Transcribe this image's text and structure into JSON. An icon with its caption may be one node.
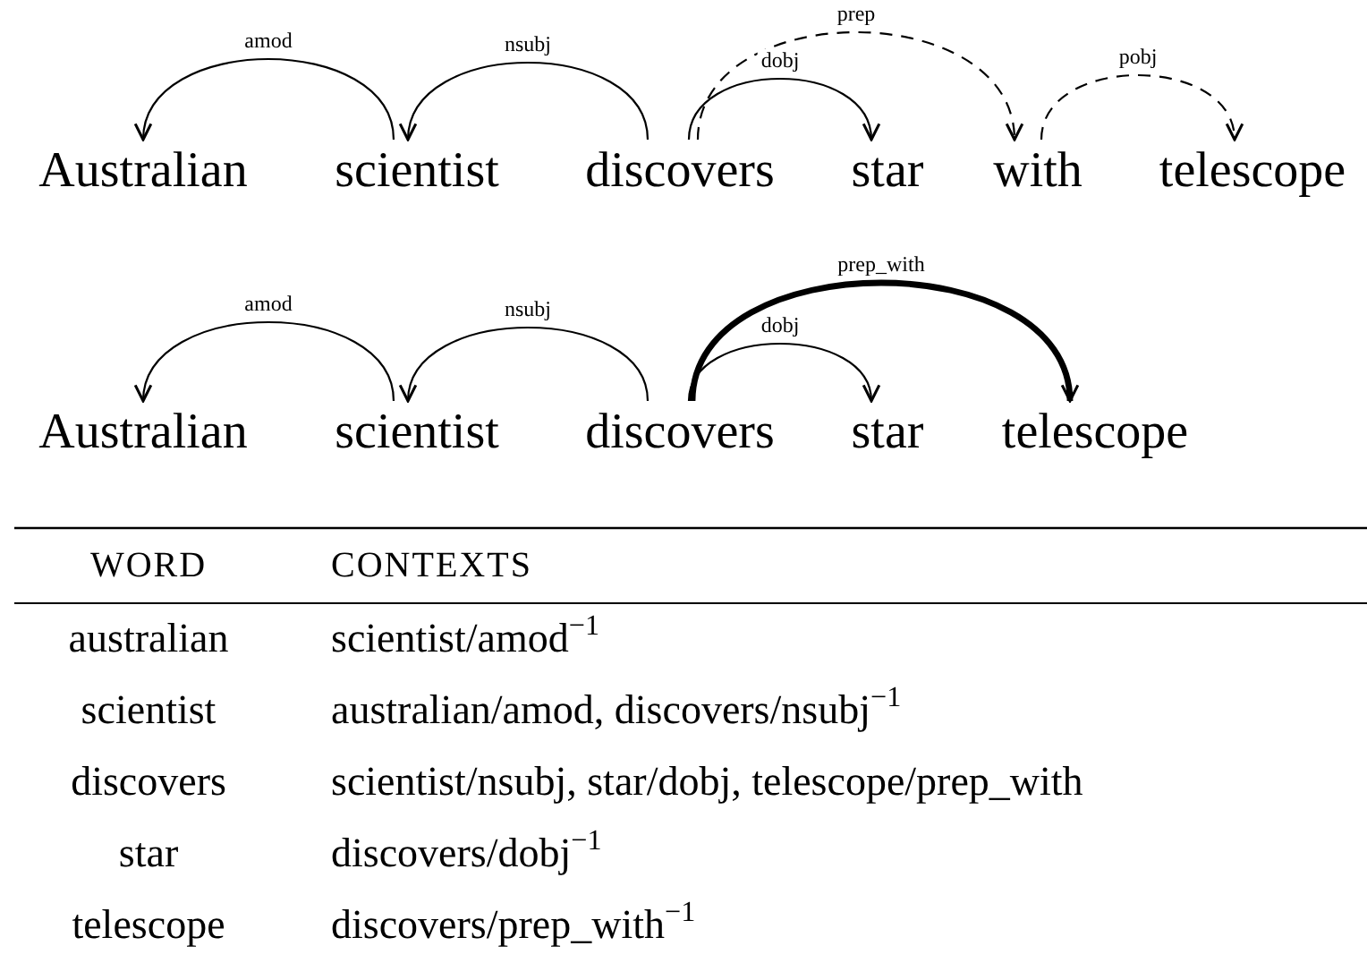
{
  "diagram": {
    "nodes": [
      {
        "text": [
          "Australian"
        ]
      },
      {
        "text": [
          "scientist"
        ]
      },
      {
        "text": [
          "discovers"
        ]
      },
      {
        "text": [
          "star"
        ]
      },
      {
        "text": [
          "with"
        ]
      },
      {
        "text": [
          "telescope"
        ]
      },
      {
        "text": [
          "Australian"
        ]
      },
      {
        "text": [
          "scientist"
        ]
      },
      {
        "text": [
          "discovers"
        ]
      },
      {
        "text": [
          "star"
        ]
      },
      {
        "text": [
          "telescope"
        ]
      }
    ],
    "edges": [
      {
        "from": 1,
        "to": 0,
        "arrow": "to",
        "label": "amod"
      },
      {
        "from": 2,
        "to": 1,
        "arrow": "to",
        "label": "nsubj"
      },
      {
        "from": 2,
        "to": 3,
        "arrow": "to",
        "label": "dobj"
      },
      {
        "from": 2,
        "to": 4,
        "arrow": "to",
        "label": "prep",
        "style": "dashed"
      },
      {
        "from": 4,
        "to": 5,
        "arrow": "to",
        "label": "pobj",
        "style": "dashed"
      },
      {
        "from": 7,
        "to": 6,
        "arrow": "to",
        "label": "amod"
      },
      {
        "from": 8,
        "to": 7,
        "arrow": "to",
        "label": "nsubj"
      },
      {
        "from": 8,
        "to": 9,
        "arrow": "to",
        "label": "dobj"
      },
      {
        "from": 8,
        "to": 10,
        "arrow": "to",
        "label": "prep_with",
        "style": "thick"
      }
    ],
    "labels": [
      "WORD",
      "CONTEXTS",
      "australian",
      "scientist/amod$^{−1}$",
      "scientist",
      "australian/amod, discovers/nsubj$^{−1}$",
      "discovers",
      "scientist/nsubj, star/dobj, telescope/prep_with",
      "star",
      "discovers/dobj$^{−1}$",
      "telescope",
      "discovers/prep_with$^{−1}$"
    ]
  }
}
